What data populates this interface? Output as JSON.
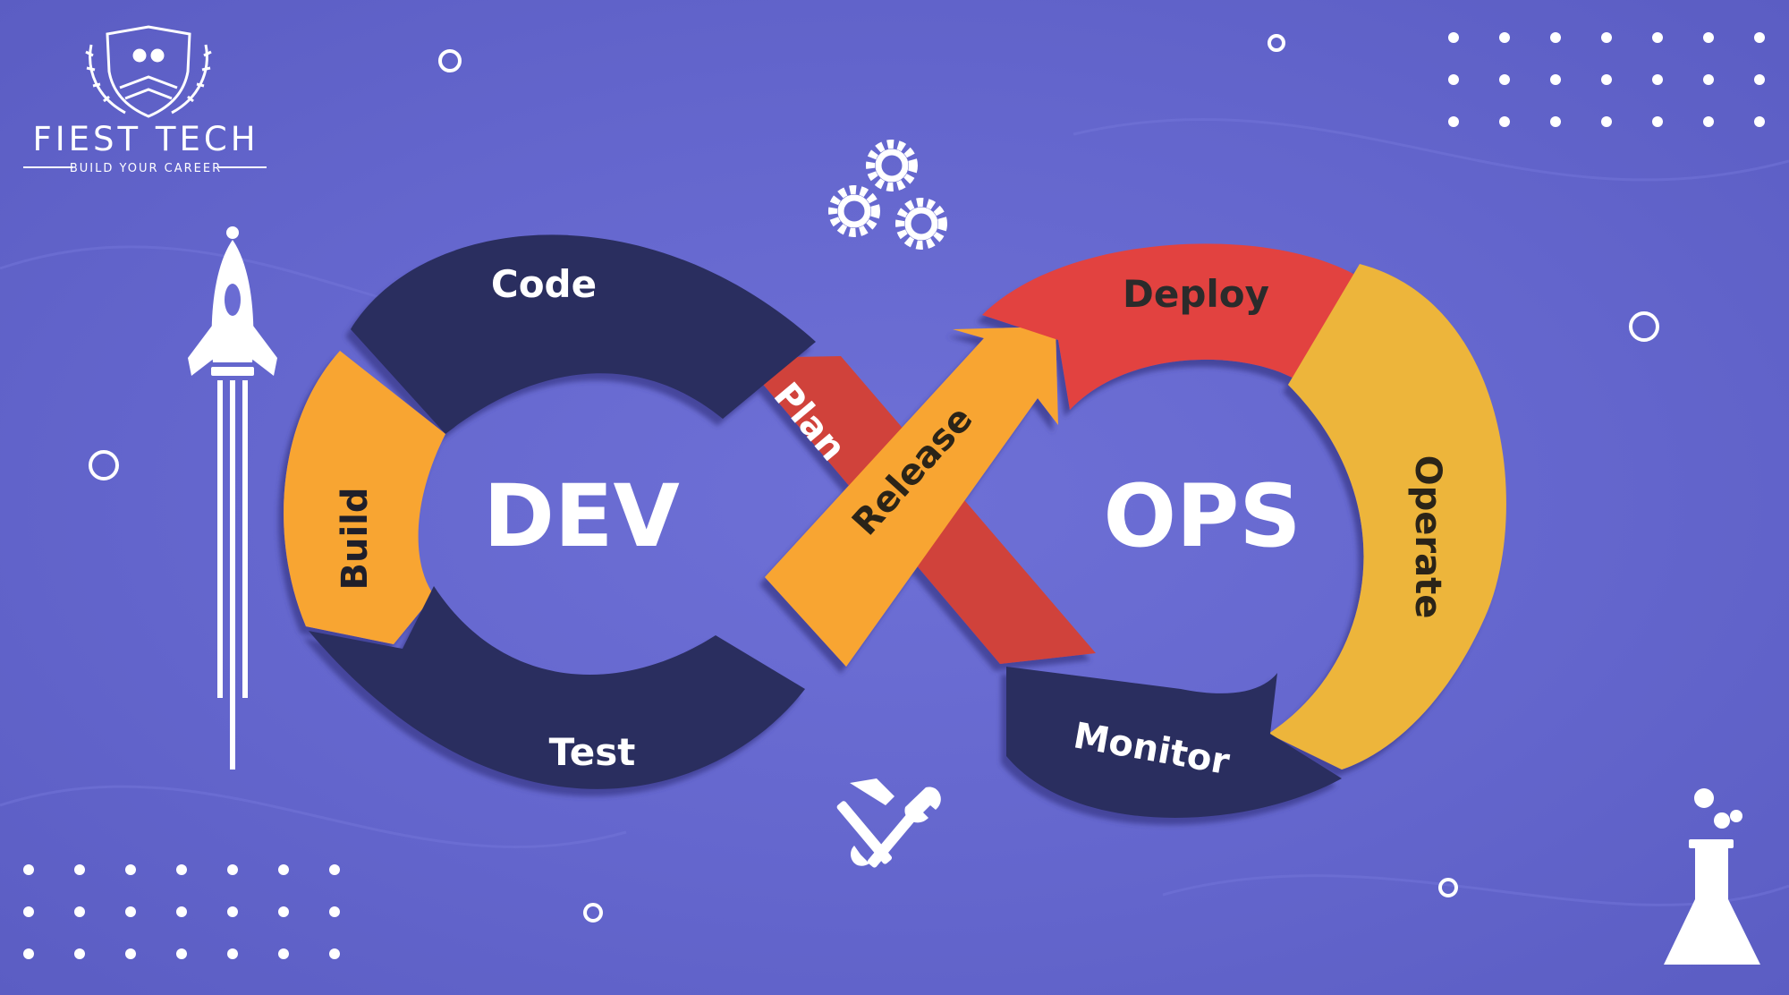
{
  "logo": {
    "name": "FIEST TECH",
    "tagline": "BUILD YOUR CAREER"
  },
  "diagram": {
    "left_loop_label": "DEV",
    "right_loop_label": "OPS",
    "stages": {
      "code": "Code",
      "build": "Build",
      "test": "Test",
      "plan": "Plan",
      "release": "Release",
      "deploy": "Deploy",
      "operate": "Operate",
      "monitor": "Monitor"
    }
  },
  "colors": {
    "background": "#6566cf",
    "navy": "#2a2d5e",
    "orange": "#f8a533",
    "red": "#e24341",
    "red_dark": "#d0433a",
    "yellow": "#edb53a",
    "white": "#ffffff"
  },
  "icons": [
    "shield-logo-icon",
    "rocket-icon",
    "gears-icon",
    "tools-icon",
    "flask-icon"
  ]
}
